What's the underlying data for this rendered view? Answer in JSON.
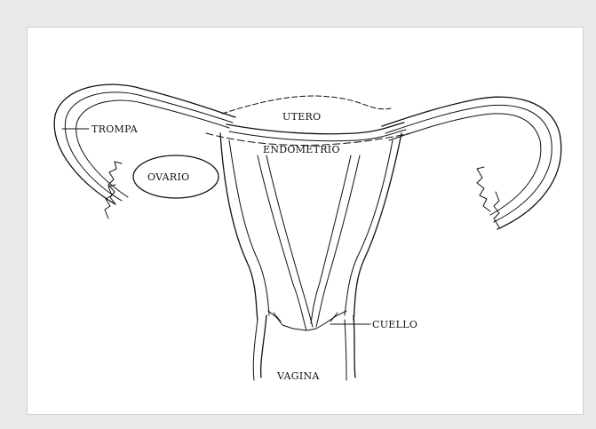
{
  "diagram": {
    "labels": {
      "trompa": "TROMPA",
      "utero": "UTERO",
      "endometrio": "ENDOMETRIO",
      "ovario": "OVARIO",
      "cuello": "CUELLO",
      "vagina": "VAGINA"
    }
  }
}
